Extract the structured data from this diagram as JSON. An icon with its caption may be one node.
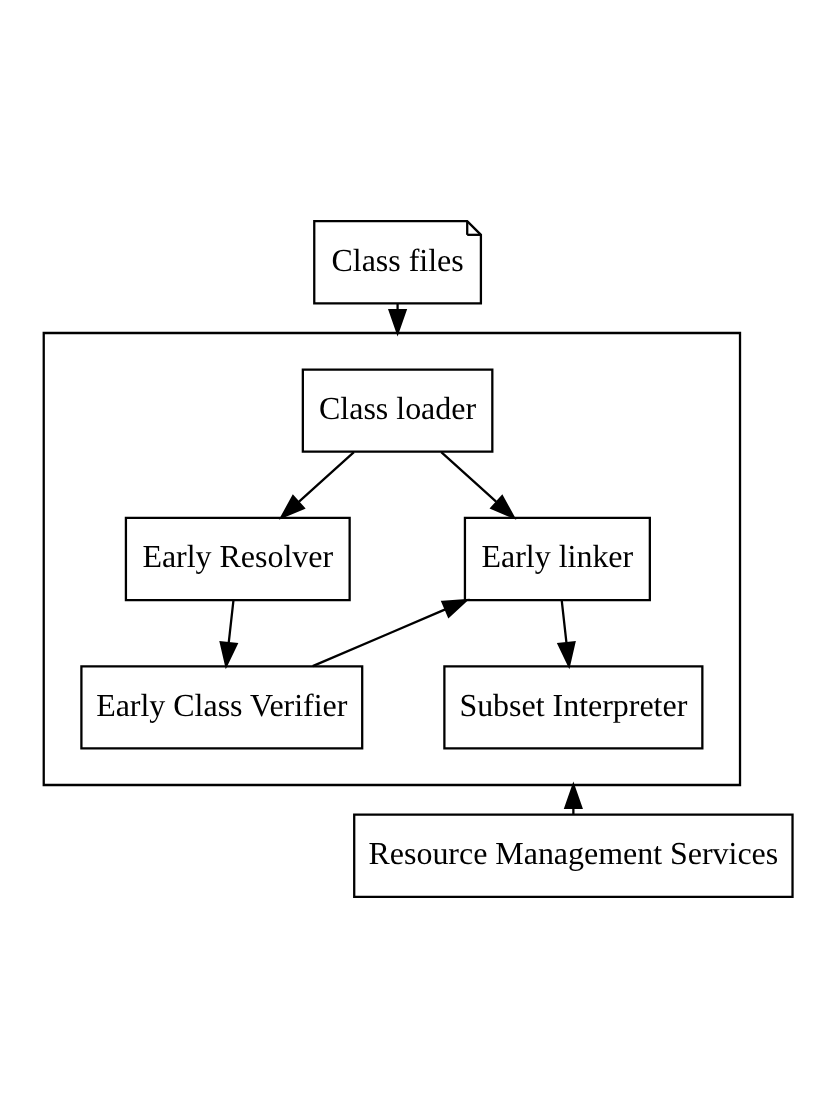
{
  "diagram": {
    "nodes": [
      {
        "text": [
          "Class files"
        ]
      },
      {
        "text": [],
        "shape": "box"
      },
      {
        "text": [
          "Class loader"
        ],
        "in": 1
      },
      {
        "text": [
          "Early Resolver"
        ],
        "in": 1
      },
      {
        "text": [
          "Early linker"
        ],
        "in": 1
      },
      {
        "text": [
          "Early Class Verifier"
        ],
        "in": 1
      },
      {
        "text": [
          "Subset Interpreter"
        ],
        "in": 1
      },
      {
        "text": [
          "Resource Management Services"
        ]
      }
    ],
    "edges": [
      {
        "from": 0,
        "to": 1,
        "arrow": "to"
      },
      {
        "from": 2,
        "to": 3,
        "arrow": "to"
      },
      {
        "from": 2,
        "to": 4,
        "arrow": "to"
      },
      {
        "from": 3,
        "to": 5,
        "arrow": "to"
      },
      {
        "from": 5,
        "to": 4,
        "arrow": "to"
      },
      {
        "from": 4,
        "to": 6,
        "arrow": "to"
      },
      {
        "from": 7,
        "to": 1,
        "arrow": "to"
      }
    ]
  }
}
